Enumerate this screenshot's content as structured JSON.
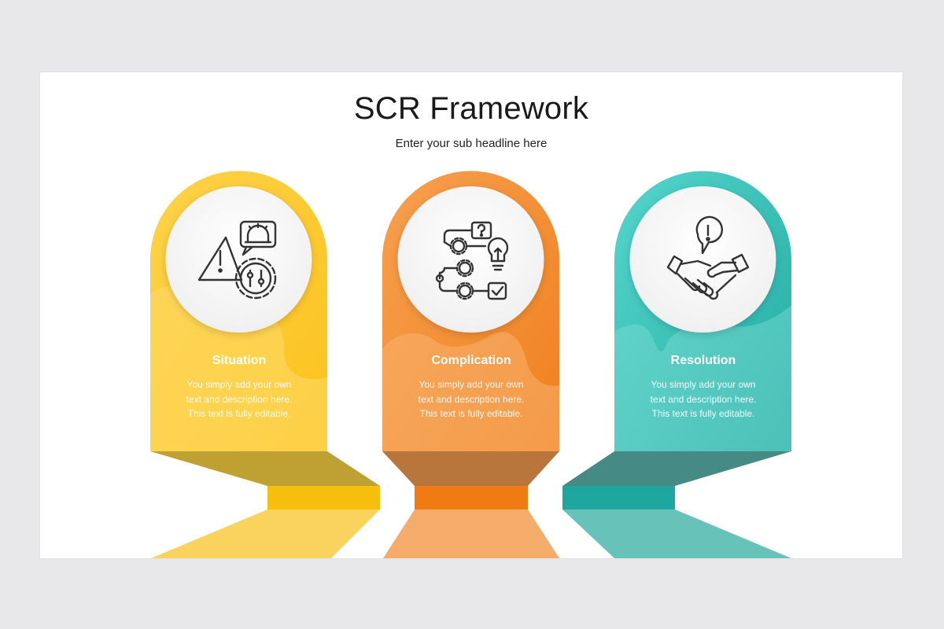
{
  "slide": {
    "title": "SCR Framework",
    "subtitle": "Enter your sub headline here"
  },
  "cards": [
    {
      "title": "Situation",
      "description": "You simply add your own text and description here. This text is fully editable.",
      "icon": "alert-siren-gear-icon",
      "colors": {
        "main": "#fdc935",
        "light": "#fdd65a",
        "dark": "#bfa033",
        "neck": "#f7c20b",
        "floor": "#f9d35e"
      }
    },
    {
      "title": "Complication",
      "description": "You simply add your own text and description here. This text is fully editable.",
      "icon": "process-lightbulb-icon",
      "colors": {
        "main": "#f59340",
        "light": "#f6a45a",
        "dark": "#b8763d",
        "neck": "#f07b14",
        "floor": "#f5ab6a"
      }
    },
    {
      "title": "Resolution",
      "description": "You simply add your own text and description here. This text is fully editable.",
      "icon": "handshake-alert-icon",
      "colors": {
        "main": "#33bfb2",
        "light": "#66d3c8",
        "dark": "#468a85",
        "neck": "#1ea79e",
        "floor": "#67c2b9"
      }
    }
  ]
}
